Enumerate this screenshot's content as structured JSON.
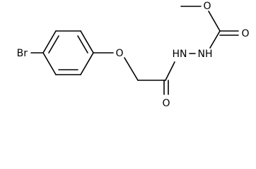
{
  "molecule": {
    "atoms": {
      "bromine": "Br",
      "ether_oxygen": "O",
      "carbonyl_oxygen_amide": "O",
      "hydrazide_nh_1": "HN",
      "hydrazide_nh_2": "NH",
      "ester_oxygen": "O",
      "carbonyl_oxygen_ester": "O"
    }
  }
}
